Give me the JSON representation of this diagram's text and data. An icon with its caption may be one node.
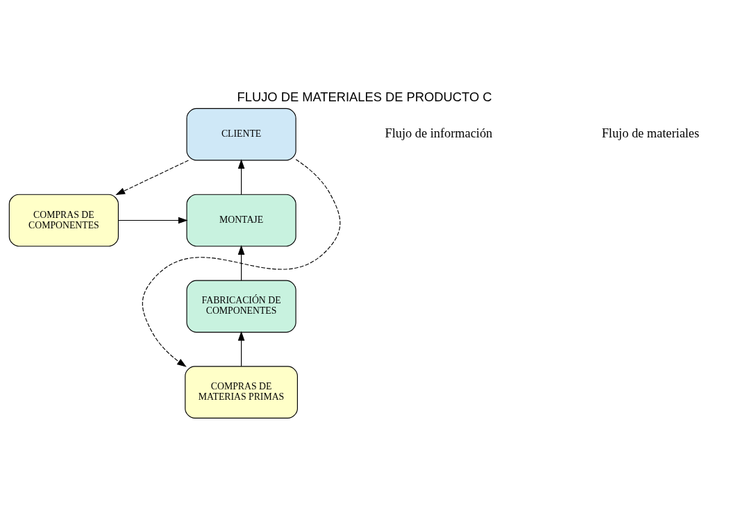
{
  "diagram": {
    "title": "FLUJO DE MATERIALES DE PRODUCTO C",
    "nodes": [
      {
        "text": [
          "CLIENTE"
        ]
      },
      {
        "text": [
          "MONTAJE"
        ]
      },
      {
        "text": [
          "COMPRAS DE COMPONENTES"
        ]
      },
      {
        "text": [
          "FABRICACIÓN DE COMPONENTES"
        ]
      },
      {
        "text": [
          "COMPRAS DE MATERIAS PRIMAS"
        ]
      }
    ],
    "edges": [
      {
        "from": 0,
        "to": 2,
        "arrow": "to",
        "style": "dashed"
      },
      {
        "from": 0,
        "to": 4,
        "arrow": "to",
        "style": "dashed"
      },
      {
        "from": 2,
        "to": 1,
        "arrow": "to"
      },
      {
        "from": 1,
        "to": 0,
        "arrow": "to"
      },
      {
        "from": 3,
        "to": 1,
        "arrow": "to"
      },
      {
        "from": 4,
        "to": 3,
        "arrow": "to"
      }
    ],
    "legend": [
      {
        "text": "Flujo de información"
      },
      {
        "text": "Flujo de materiales"
      }
    ]
  }
}
